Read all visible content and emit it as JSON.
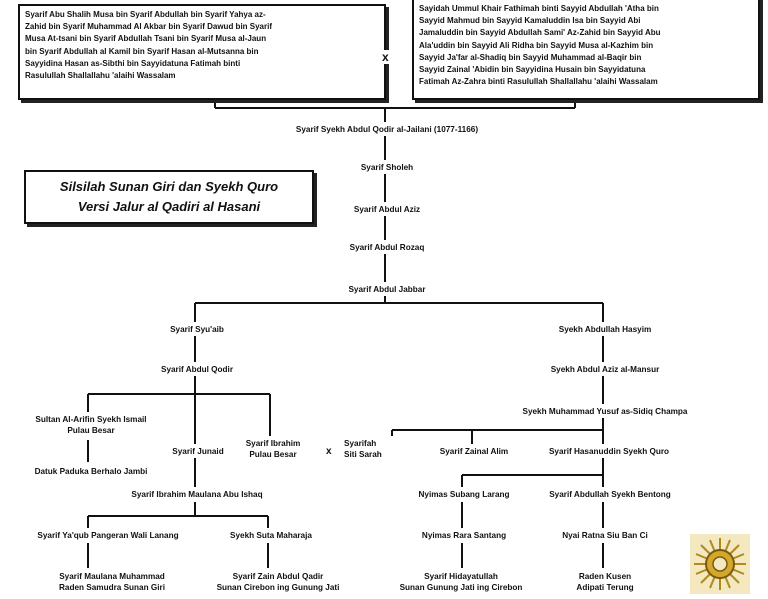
{
  "boxes": {
    "left_lineage": "Syarif Abu Shalih Musa bin Syarif Abdullah  bin Syarif Yahya az-\nZahid bin Syarif Muhammad Al Akbar bin Syarif Dawud bin Syarif\nMusa At-tsani bin Syarif Abdullah Tsani bin Syarif Musa al-Jaun\nbin Syarif Abdullah al Kamil bin Syarif Hasan al-Mutsanna bin\nSayyidina Hasan as-Sibthi bin Sayyidatuna Fatimah binti\nRasulullah Shallallahu 'alaihi Wassalam",
    "right_lineage": "Sayidah Ummul Khair Fathimah binti Sayyid Abdullah 'Atha bin\nSayyid Mahmud bin Sayyid Kamaluddin Isa bin Sayyid Abi\nJamaluddin bin Sayyid Abdullah Sami' Az-Zahid bin Sayyid Abu\nAla'uddin bin Sayyid Ali Ridha bin Sayyid Musa al-Kazhim bin\nSayyid Ja'far al-Shadiq bin Sayyid Muhammad al-Baqir bin\nSayyid Zainal 'Abidin bin Sayyidina Husain bin Sayyidatuna\nFatimah Az-Zahra binti Rasulullah Shallallahu 'alaihi Wassalam"
  },
  "title": "Silsilah Sunan Giri dan Syekh Quro\nVersi Jalur al Qadiri al Hasani",
  "marks": {
    "x1": "x",
    "x2": "x"
  },
  "nodes": {
    "jailani": "Syarif Syekh Abdul Qodir al-Jailani (1077-1166)",
    "sholeh": "Syarif Sholeh",
    "abdul_aziz": "Syarif Abdul Aziz",
    "abdul_rozaq": "Syarif Abdul Rozaq",
    "abdul_jabbar": "Syarif Abdul Jabbar",
    "syuaib": "Syarif Syu'aib",
    "abdullah_hasyim": "Syekh Abdullah Hasyim",
    "abdul_qodir": "Syarif Abdul Qodir",
    "abdul_aziz_mansur": "Syekh Abdul Aziz al-Mansur",
    "yusuf_champa": "Syekh Muhammad Yusuf as-Sidiq Champa",
    "sultan_arifin": "Sultan Al-Arifin Syekh Ismail\nPulau Besar",
    "junaid": "Syarif Junaid",
    "ibrahim_pb": "Syarif Ibrahim\nPulau Besar",
    "siti_sarah": "Syarifah\nSiti Sarah",
    "zainal_alim": "Syarif Zainal Alim",
    "hasanuddin": "Syarif Hasanuddin Syekh Quro",
    "datuk_paduka": "Datuk Paduka Berhalo Jambi",
    "ibrahim_maulana": "Syarif Ibrahim Maulana Abu Ishaq",
    "nyimas_subang": "Nyimas Subang Larang",
    "abdullah_bentong": "Syarif Abdullah Syekh Bentong",
    "yaqub": "Syarif Ya'qub Pangeran Wali Lanang",
    "suta_maharaja": "Syekh Suta Maharaja",
    "nyimas_rara": "Nyimas Rara Santang",
    "nyai_ratna": "Nyai Ratna Siu Ban Ci",
    "maulana_muhammad": "Syarif Maulana Muhammad\nRaden Samudra Sunan Giri",
    "zain_abdul_qodir": "Syarif Zain Abdul Qadir\nSunan Cirebon ing Gunung Jati",
    "hidayatullah": "Syarif Hidayatullah\nSunan Gunung Jati ing Cirebon",
    "raden_kusen": "Raden Kusen\nAdipati Terung"
  }
}
